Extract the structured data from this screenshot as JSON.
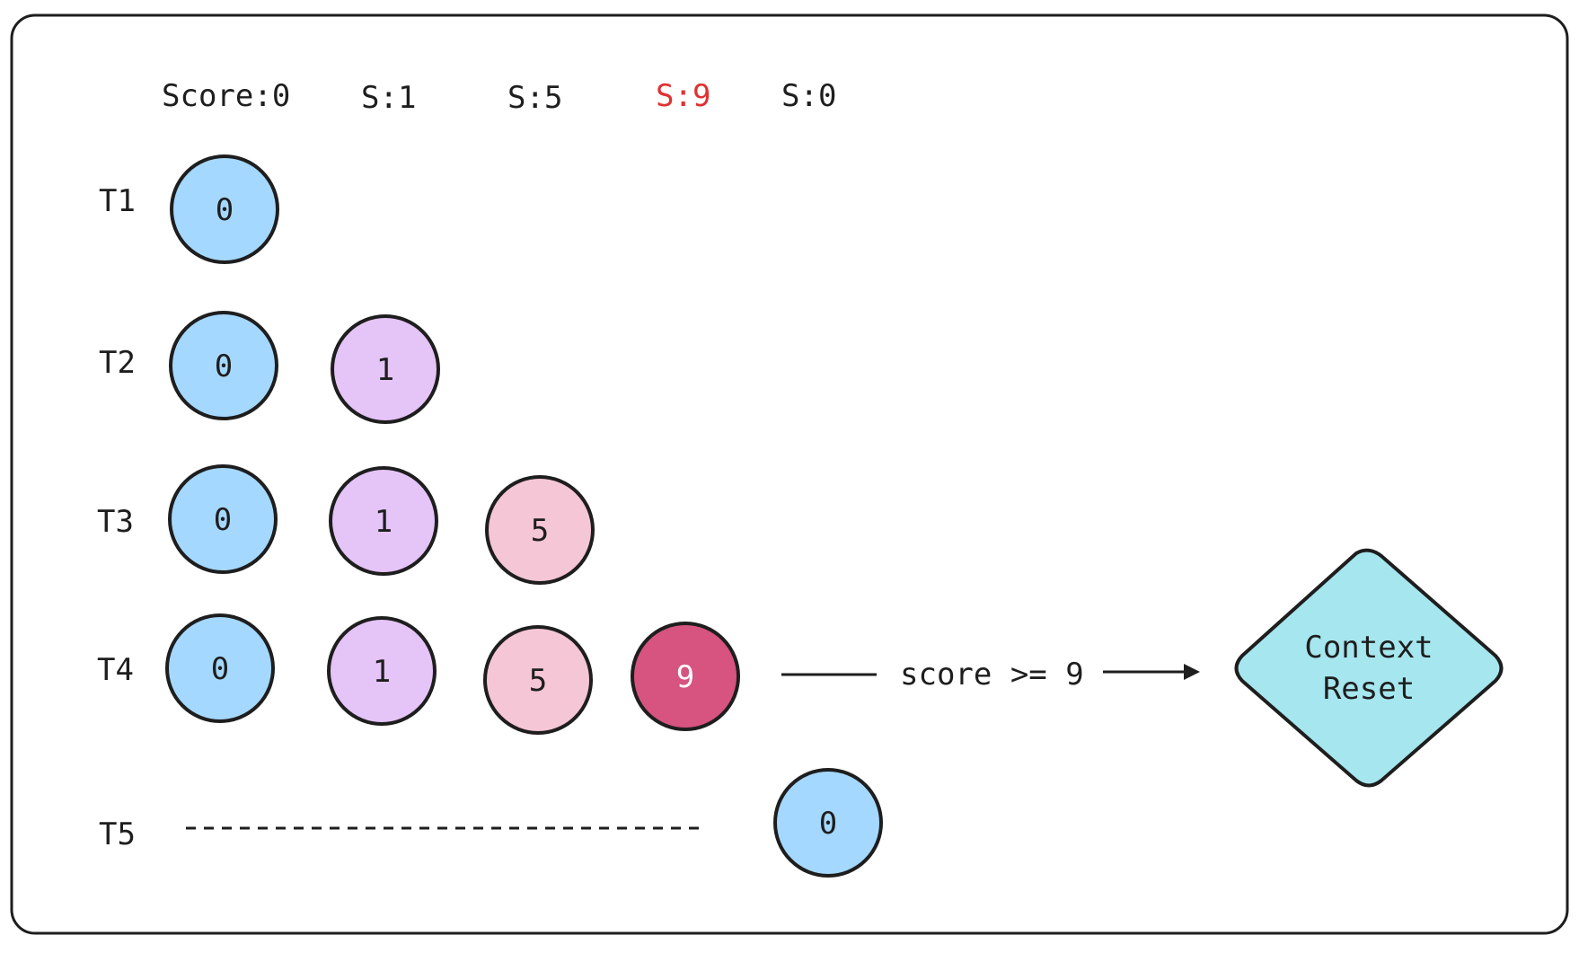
{
  "headers": [
    {
      "text": "Score:0",
      "color": "#1e1e1e"
    },
    {
      "text": "S:1",
      "color": "#1e1e1e"
    },
    {
      "text": "S:5",
      "color": "#1e1e1e"
    },
    {
      "text": "S:9",
      "color": "#e03131"
    },
    {
      "text": "S:0",
      "color": "#1e1e1e"
    }
  ],
  "rows": [
    {
      "label": "T1",
      "nodes": [
        "0"
      ]
    },
    {
      "label": "T2",
      "nodes": [
        "0",
        "1"
      ]
    },
    {
      "label": "T3",
      "nodes": [
        "0",
        "1",
        "5"
      ]
    },
    {
      "label": "T4",
      "nodes": [
        "0",
        "1",
        "5",
        "9"
      ]
    },
    {
      "label": "T5",
      "nodes": [
        "0"
      ]
    }
  ],
  "node_colors": {
    "0": "#a5d8ff",
    "1": "#e5c4f7",
    "5": "#f5c6d6",
    "9": "#d6547f"
  },
  "condition_label": "score >= 9",
  "decision": {
    "line1": "Context",
    "line2": "Reset",
    "color": "#a6e6ee"
  }
}
